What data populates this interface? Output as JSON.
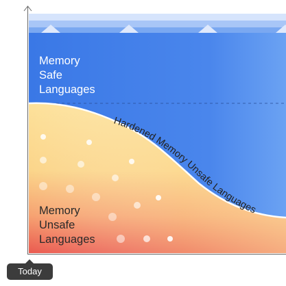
{
  "regions": {
    "safe": {
      "lines": [
        "Memory",
        "Safe",
        "Languages"
      ],
      "color": "#3f7de8"
    },
    "hardened": {
      "label": "Hardened Memory Unsafe Languages",
      "color": "#fbdc8e"
    },
    "unsafe": {
      "lines": [
        "Memory",
        "Unsafe",
        "Languages"
      ],
      "color": "#ee6e55"
    }
  },
  "timeline": {
    "start_label": "Today"
  },
  "colors": {
    "axis": "#555555",
    "boundary": "#ffffff",
    "dashed_line": "#2a4f9a",
    "band_top": "#c9dcfb"
  }
}
